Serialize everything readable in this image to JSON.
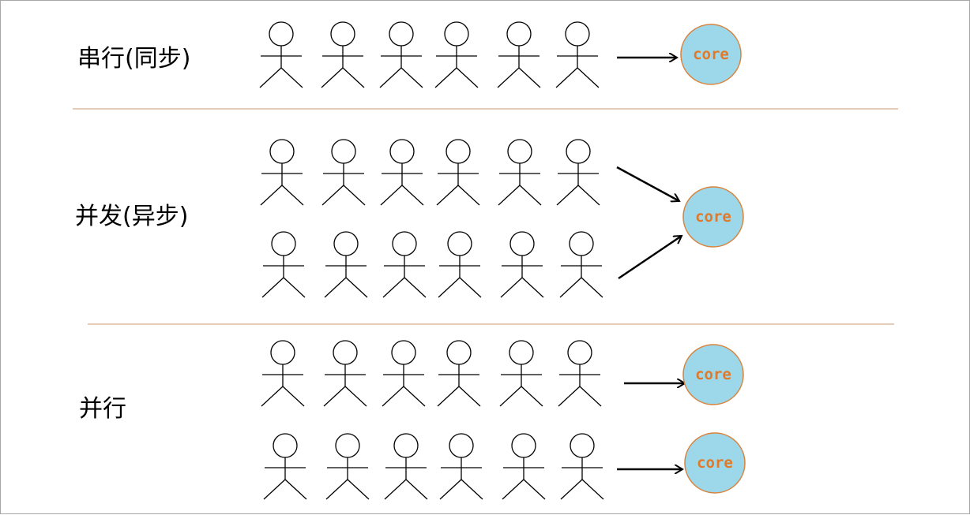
{
  "diagram": {
    "sections": [
      {
        "label": "串行(同步)",
        "rows": 1
      },
      {
        "label": "并发(异步)",
        "rows": 2
      },
      {
        "label": "并行",
        "rows": 2
      }
    ],
    "figures_per_row": 6,
    "core_label": "core",
    "colors": {
      "core_fill": "#9dd7ea",
      "core_stroke": "#d9823b",
      "core_text": "#e07a2a",
      "divider": "#c8996e",
      "stroke": "#000000"
    }
  }
}
